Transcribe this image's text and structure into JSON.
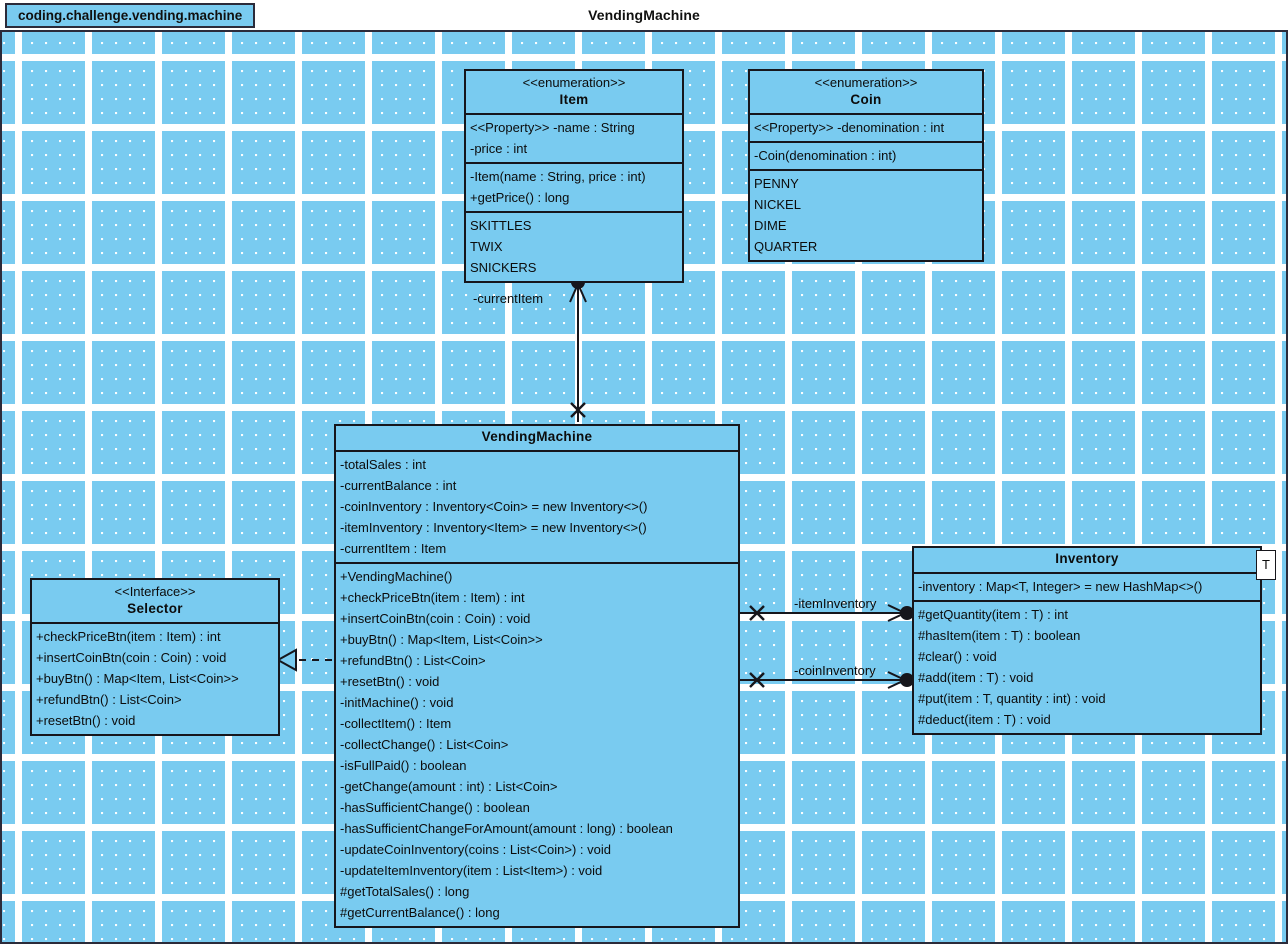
{
  "window": {
    "title": "VendingMachine",
    "package_tab": "coding.challenge.vending.machine"
  },
  "diagram": {
    "type": "uml-class-diagram",
    "background_color": "#79cbf0",
    "line_color": "#16161c",
    "classes": [
      {
        "id": "item",
        "stereotype": "<<enumeration>>",
        "name": "Item",
        "attributes": [
          "<<Property>> -name : String",
          "-price : int"
        ],
        "operations": [
          "-Item(name : String, price : int)",
          "+getPrice() : long"
        ],
        "literals": [
          "SKITTLES",
          "TWIX",
          "SNICKERS"
        ]
      },
      {
        "id": "coin",
        "stereotype": "<<enumeration>>",
        "name": "Coin",
        "attributes": [
          "<<Property>> -denomination : int"
        ],
        "operations": [
          "-Coin(denomination : int)"
        ],
        "literals": [
          "PENNY",
          "NICKEL",
          "DIME",
          "QUARTER"
        ]
      },
      {
        "id": "vendingmachine",
        "stereotype": "",
        "name": "VendingMachine",
        "attributes": [
          "-totalSales : int",
          "-currentBalance : int",
          "-coinInventory : Inventory<Coin> = new Inventory<>()",
          "-itemInventory : Inventory<Item> = new Inventory<>()",
          "-currentItem : Item"
        ],
        "operations": [
          "+VendingMachine()",
          "+checkPriceBtn(item : Item) : int",
          "+insertCoinBtn(coin : Coin) : void",
          "+buyBtn() : Map<Item, List<Coin>>",
          "+refundBtn() : List<Coin>",
          "+resetBtn() : void",
          "-initMachine() : void",
          "-collectItem() : Item",
          "-collectChange() : List<Coin>",
          "-isFullPaid() : boolean",
          "-getChange(amount : int) : List<Coin>",
          "-hasSufficientChange() : boolean",
          "-hasSufficientChangeForAmount(amount : long) : boolean",
          "-updateCoinInventory(coins : List<Coin>) : void",
          "-updateItemInventory(item : List<Item>) : void",
          "#getTotalSales() : long",
          "#getCurrentBalance() : long"
        ]
      },
      {
        "id": "selector",
        "stereotype": "<<Interface>>",
        "name": "Selector",
        "operations": [
          "+checkPriceBtn(item : Item) : int",
          "+insertCoinBtn(coin : Coin) : void",
          "+buyBtn() : Map<Item, List<Coin>>",
          "+refundBtn() : List<Coin>",
          "+resetBtn() : void"
        ]
      },
      {
        "id": "inventory",
        "stereotype": "",
        "name": "Inventory",
        "template_parameter": "T",
        "attributes": [
          "-inventory : Map<T, Integer> = new HashMap<>()"
        ],
        "operations": [
          "#getQuantity(item : T) : int",
          "#hasItem(item : T) : boolean",
          "#clear() : void",
          "#add(item : T) : void",
          "#put(item : T, quantity : int) : void",
          "#deduct(item : T) : void"
        ]
      }
    ],
    "relationships": [
      {
        "id": "rel-currentitem",
        "kind": "association",
        "source": "VendingMachine",
        "target": "Item",
        "label": "-currentItem"
      },
      {
        "id": "rel-iteminventory",
        "kind": "association",
        "source": "VendingMachine",
        "target": "Inventory",
        "label": "-itemInventory"
      },
      {
        "id": "rel-coininventory",
        "kind": "association",
        "source": "VendingMachine",
        "target": "Inventory",
        "label": "-coinInventory"
      },
      {
        "id": "rel-realization",
        "kind": "realization",
        "source": "VendingMachine",
        "target": "Selector",
        "label": ""
      }
    ]
  }
}
